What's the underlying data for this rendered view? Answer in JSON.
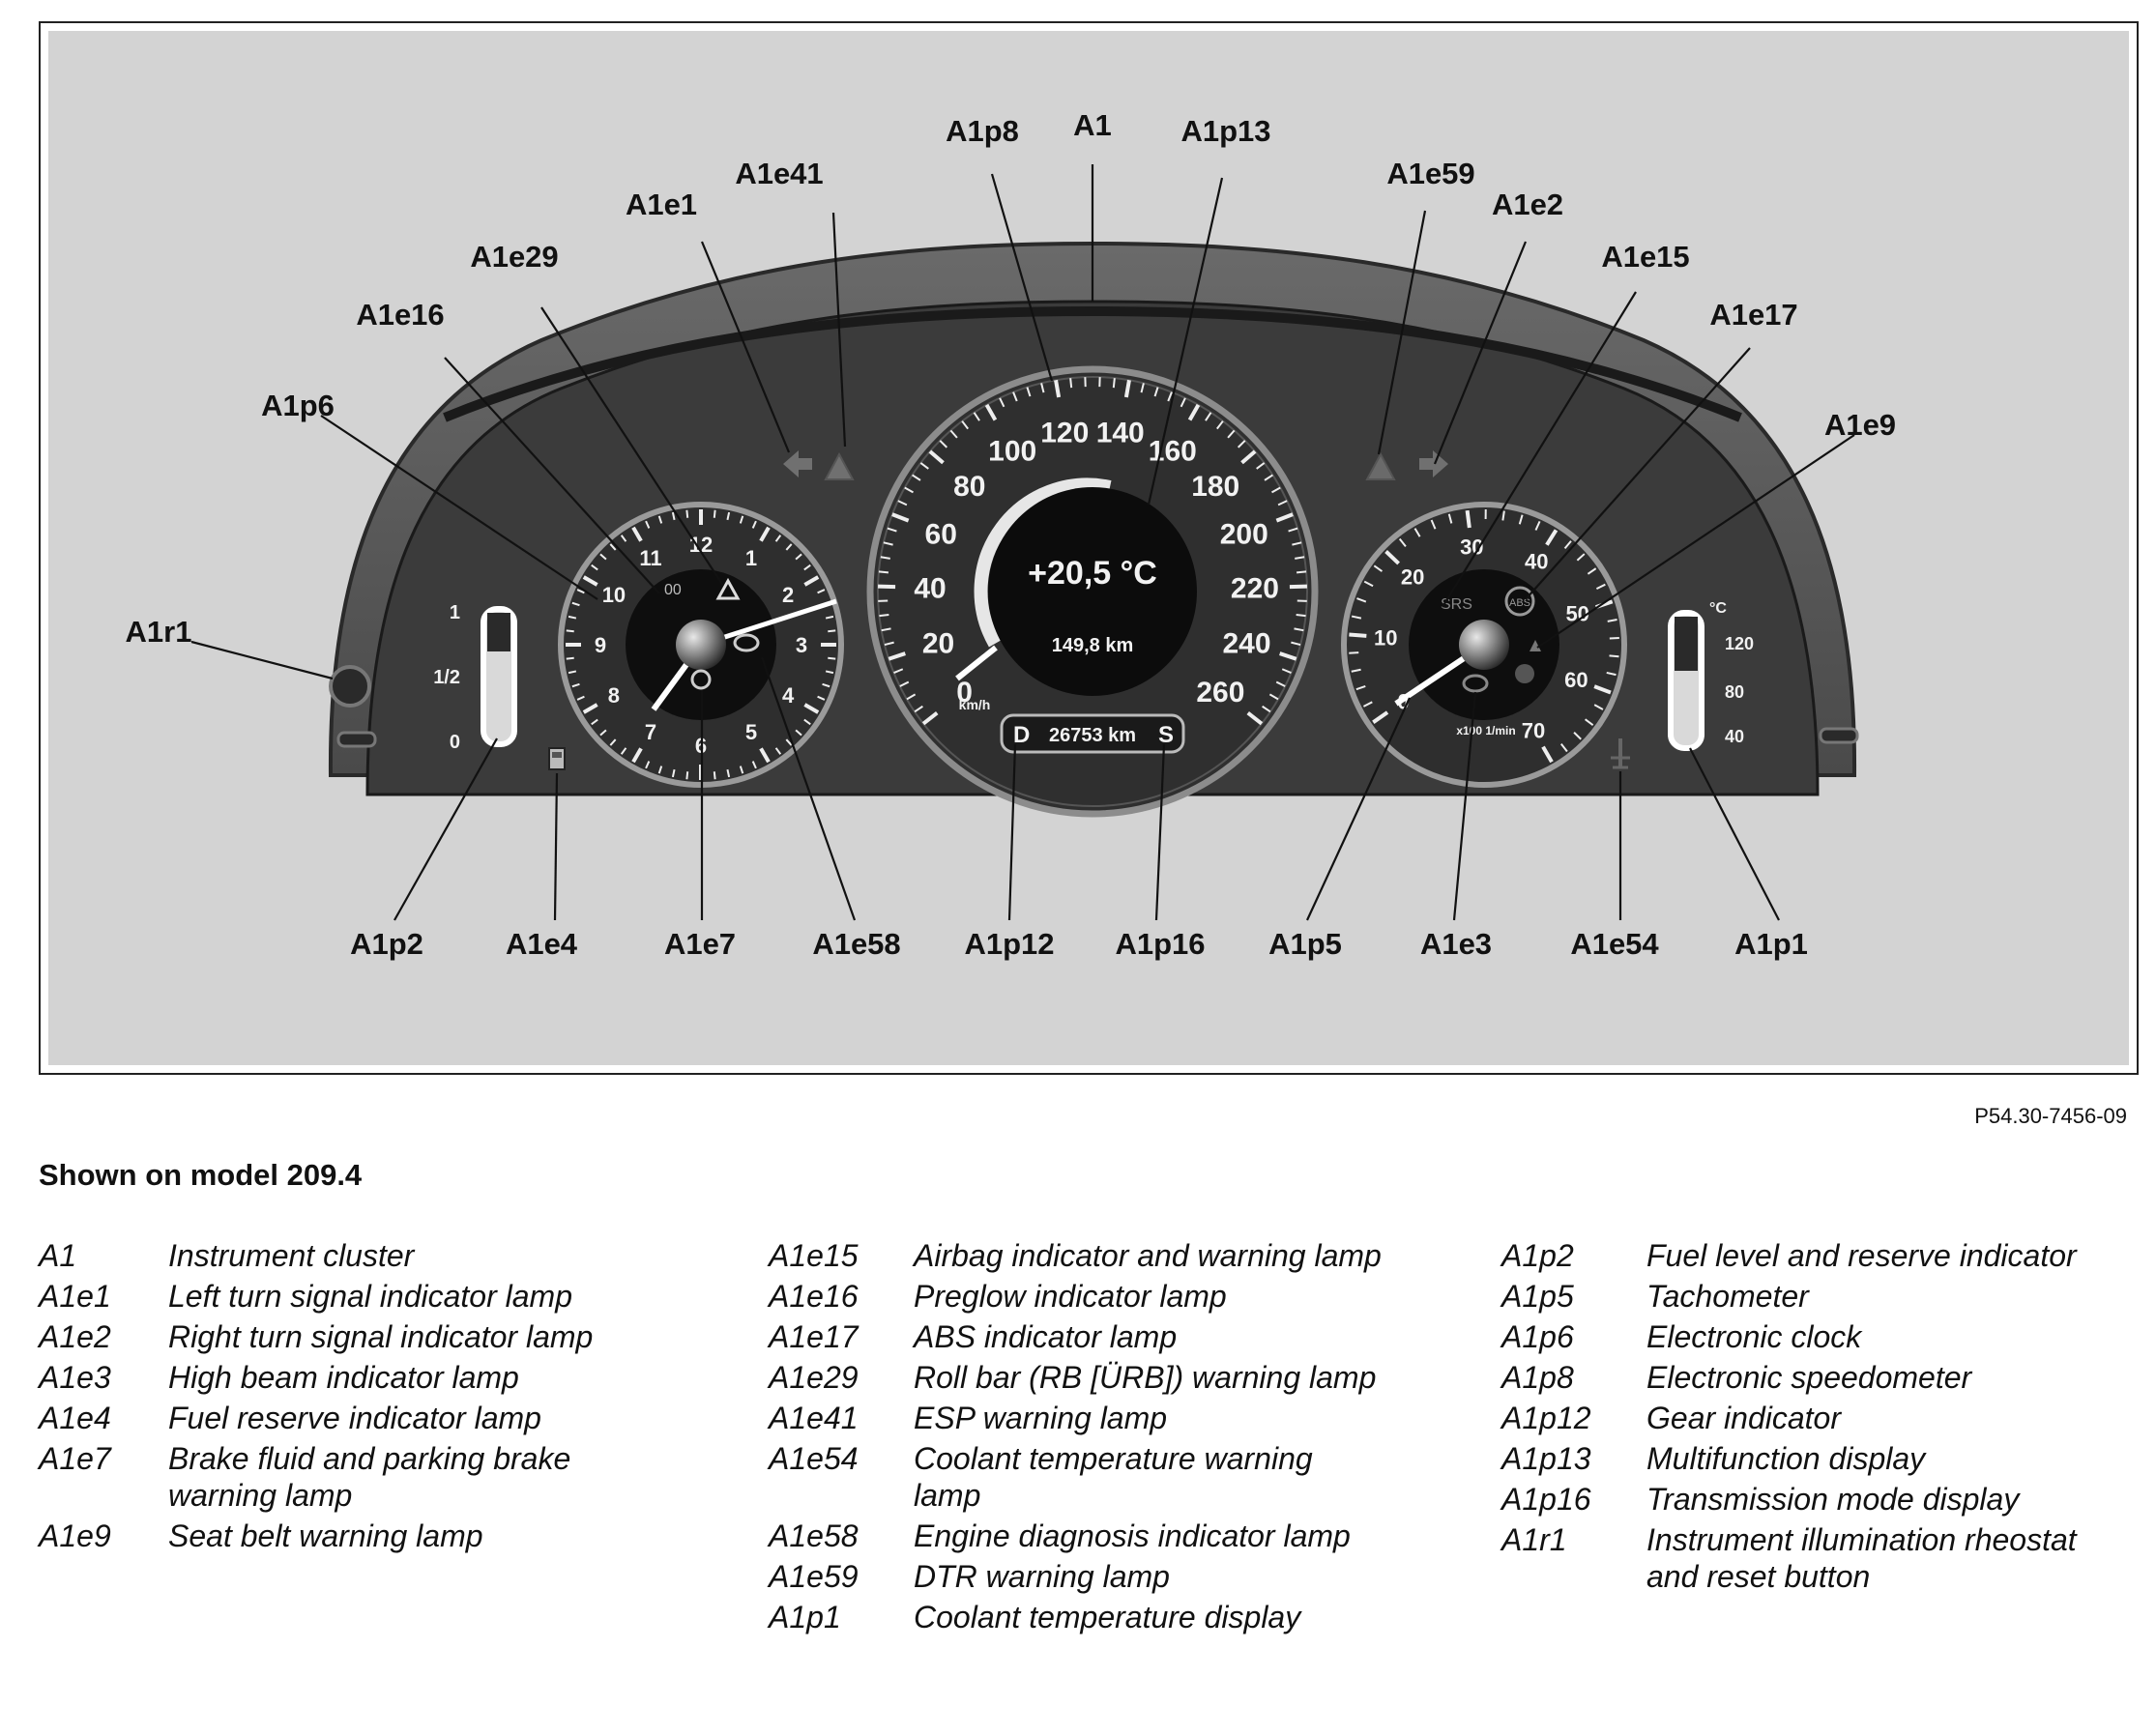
{
  "gauges": {
    "speedometer": {
      "ticks": [
        "0",
        "20",
        "40",
        "60",
        "80",
        "100",
        "120",
        "140",
        "160",
        "180",
        "200",
        "220",
        "240",
        "260"
      ],
      "unit": "km/h",
      "temperature": "+20,5 °C",
      "trip": "149,8 km",
      "odometer": "26753 km",
      "gear_left": "D",
      "gear_right": "S"
    },
    "clock": {
      "ticks": [
        "12",
        "1",
        "2",
        "3",
        "4",
        "5",
        "6",
        "7",
        "8",
        "9",
        "10",
        "11"
      ]
    },
    "tachometer": {
      "ticks": [
        "0",
        "10",
        "20",
        "30",
        "40",
        "50",
        "60",
        "70"
      ],
      "unit": "x100 1/min",
      "srs_label": "SRS",
      "abs_label": "ABS"
    },
    "fuel_gauge": {
      "ticks": [
        "1",
        "1/2",
        "0"
      ]
    },
    "coolant_gauge": {
      "unit": "°C",
      "ticks": [
        "120",
        "80",
        "40"
      ]
    }
  },
  "callouts": {
    "A1": "A1",
    "A1p8": "A1p8",
    "A1p13": "A1p13",
    "A1e41": "A1e41",
    "A1e1": "A1e1",
    "A1e29": "A1e29",
    "A1e16": "A1e16",
    "A1p6": "A1p6",
    "A1r1": "A1r1",
    "A1e59": "A1e59",
    "A1e2": "A1e2",
    "A1e15": "A1e15",
    "A1e17": "A1e17",
    "A1e9": "A1e9",
    "A1p2": "A1p2",
    "A1e4": "A1e4",
    "A1e7": "A1e7",
    "A1e58": "A1e58",
    "A1p12": "A1p12",
    "A1p16": "A1p16",
    "A1p5": "A1p5",
    "A1e3": "A1e3",
    "A1e54": "A1e54",
    "A1p1": "A1p1"
  },
  "figure_code": "P54.30-7456-09",
  "caption": "Shown on model 209.4",
  "legend": {
    "col1": [
      {
        "code": "A1",
        "desc": "Instrument cluster"
      },
      {
        "code": "A1e1",
        "desc": "Left turn signal indicator lamp"
      },
      {
        "code": "A1e2",
        "desc": "Right turn signal indicator lamp"
      },
      {
        "code": "A1e3",
        "desc": "High beam indicator lamp"
      },
      {
        "code": "A1e4",
        "desc": "Fuel reserve indicator lamp"
      },
      {
        "code": "A1e7",
        "desc": "Brake fluid and parking brake warning lamp"
      },
      {
        "code": "A1e9",
        "desc": "Seat belt warning lamp"
      }
    ],
    "col2": [
      {
        "code": "A1e15",
        "desc": "Airbag indicator and warning lamp"
      },
      {
        "code": "A1e16",
        "desc": "Preglow indicator lamp"
      },
      {
        "code": "A1e17",
        "desc": "ABS indicator lamp"
      },
      {
        "code": "A1e29",
        "desc": "Roll bar (RB [ÜRB]) warning lamp"
      },
      {
        "code": "A1e41",
        "desc": "ESP warning lamp"
      },
      {
        "code": "A1e54",
        "desc": "Coolant temperature warning lamp"
      },
      {
        "code": "A1e58",
        "desc": "Engine diagnosis indicator lamp"
      },
      {
        "code": "A1e59",
        "desc": "DTR warning lamp"
      },
      {
        "code": "A1p1",
        "desc": "Coolant temperature display"
      }
    ],
    "col3": [
      {
        "code": "A1p2",
        "desc": "Fuel level and reserve indicator"
      },
      {
        "code": "A1p5",
        "desc": "Tachometer"
      },
      {
        "code": "A1p6",
        "desc": "Electronic clock"
      },
      {
        "code": "A1p8",
        "desc": "Electronic speedometer"
      },
      {
        "code": "A1p12",
        "desc": "Gear indicator"
      },
      {
        "code": "A1p13",
        "desc": "Multifunction display"
      },
      {
        "code": "A1p16",
        "desc": "Transmission mode display"
      },
      {
        "code": "A1r1",
        "desc": "Instrument illumination rheostat and reset button"
      }
    ]
  }
}
